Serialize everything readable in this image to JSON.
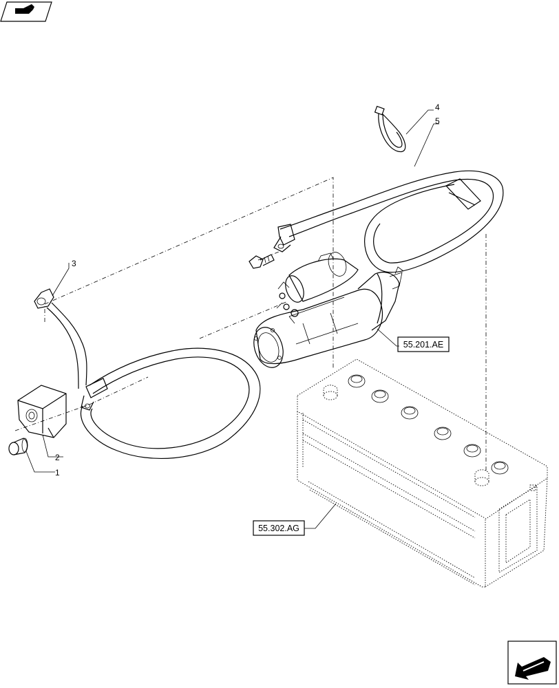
{
  "callouts": [
    "1",
    "2",
    "3",
    "4",
    "5"
  ],
  "references": {
    "starter": "55.201.AE",
    "battery": "55.302.AG"
  },
  "icons": {
    "top_left": "book-hand-icon",
    "bottom_right": "next-page-arrow-icon"
  }
}
